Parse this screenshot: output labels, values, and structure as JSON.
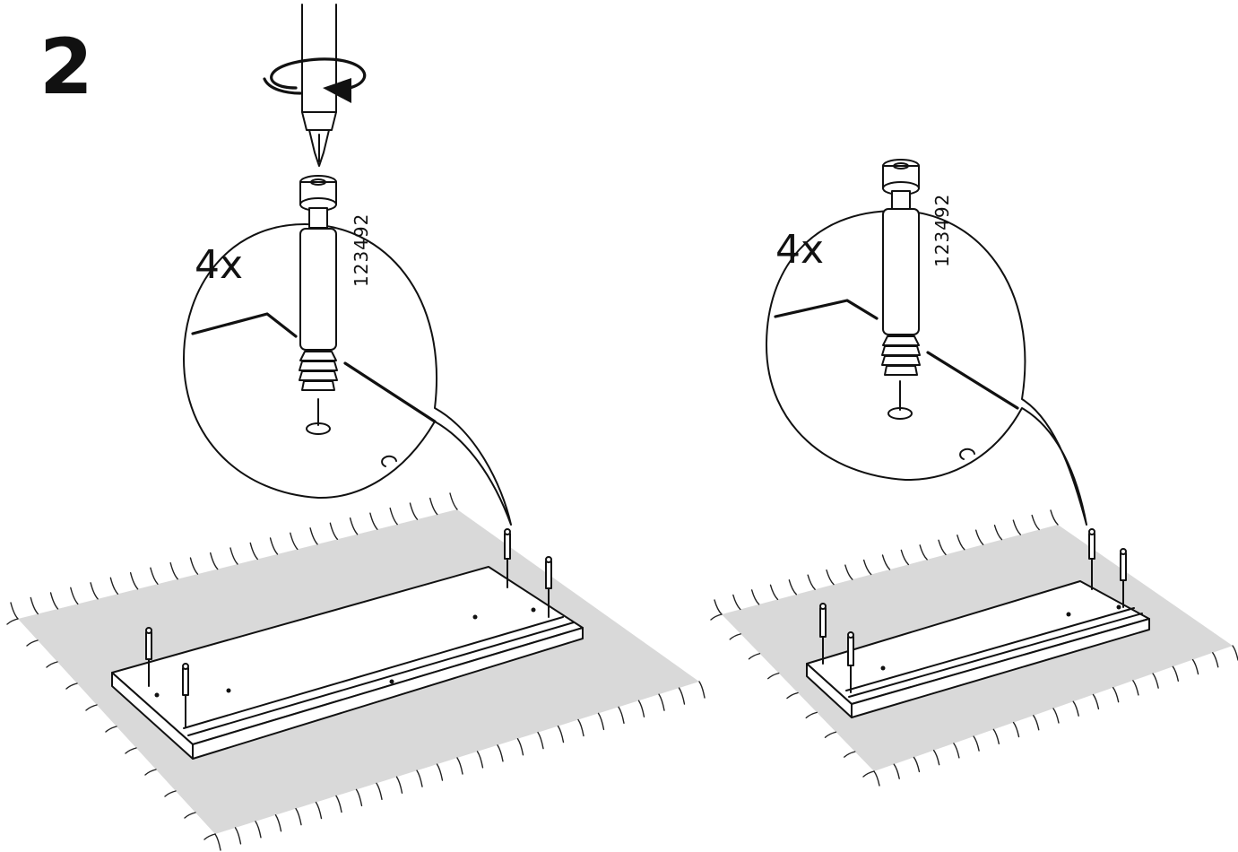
{
  "step": {
    "number": "2"
  },
  "panels": [
    {
      "id": "left",
      "quantity": "4x",
      "part_number": "123492",
      "tool": "screwdriver-icon",
      "rotation": "rotate-arrow-icon"
    },
    {
      "id": "right",
      "quantity": "4x",
      "part_number": "123492"
    }
  ]
}
